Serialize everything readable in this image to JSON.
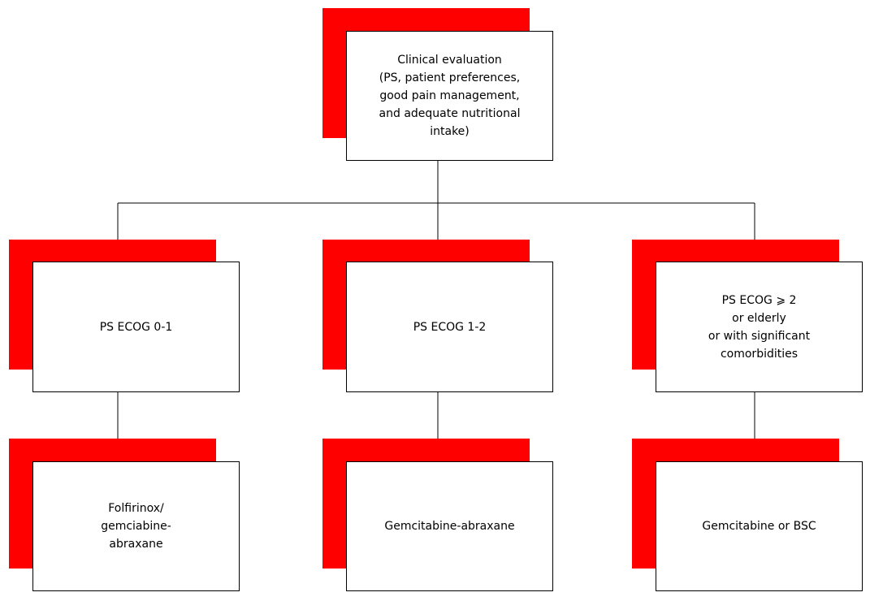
{
  "diagram": {
    "accent_color": "#ff0000",
    "root": {
      "text": "Clinical evaluation\n(PS, patient preferences,\ngood pain management,\nand adequate nutritional\nintake)"
    },
    "branches": [
      {
        "status": {
          "text": "PS ECOG 0-1"
        },
        "treatment": {
          "text": "Folfirinox/\ngemciabine-\nabraxane"
        }
      },
      {
        "status": {
          "text": "PS ECOG 1-2"
        },
        "treatment": {
          "text": "Gemcitabine-abraxane"
        }
      },
      {
        "status": {
          "text": "PS ECOG ⩾ 2\nor elderly\nor with significant\ncomorbidities"
        },
        "treatment": {
          "text": "Gemcitabine or BSC"
        }
      }
    ]
  }
}
